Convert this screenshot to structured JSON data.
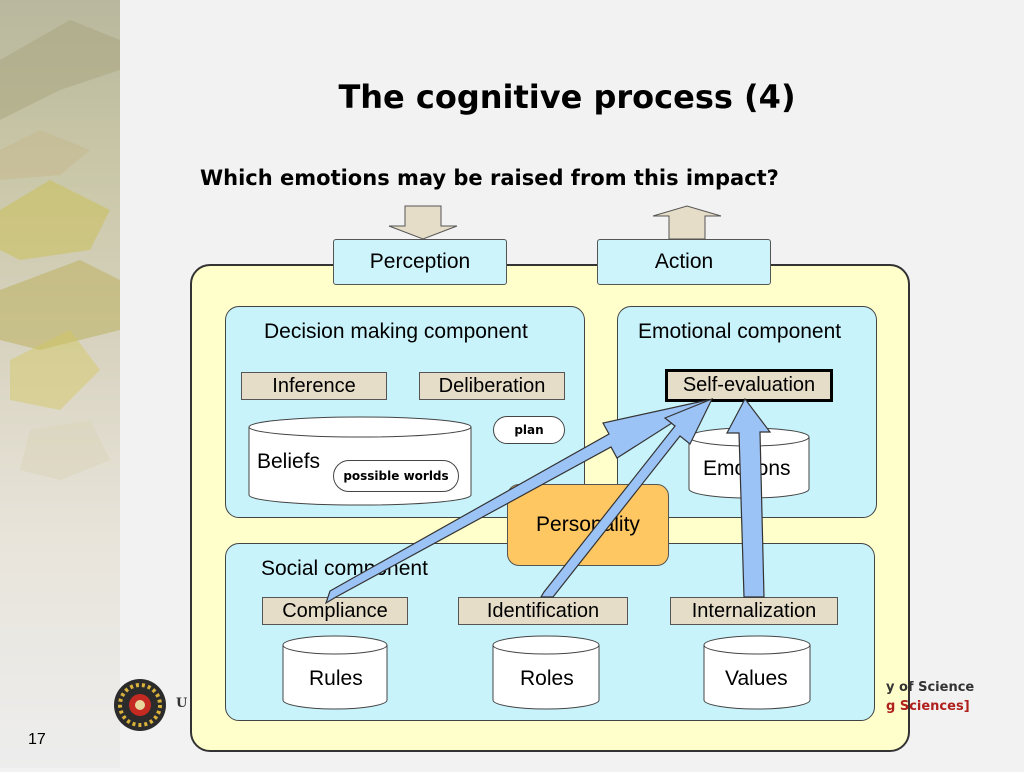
{
  "slide": {
    "title": "The cognitive process (4)",
    "subtitle": "Which emotions may be raised from this impact?",
    "page_number": "17"
  },
  "io": {
    "perception": "Perception",
    "action": "Action"
  },
  "decision": {
    "title": "Decision making component",
    "inference": "Inference",
    "deliberation": "Deliberation",
    "plan": "plan",
    "beliefs": "Beliefs",
    "possible_worlds": "possible worlds"
  },
  "emotional": {
    "title": "Emotional component",
    "self_evaluation": "Self-evaluation",
    "emotions": "Emotions"
  },
  "personality": "Personality",
  "social": {
    "title": "Social component",
    "compliance": "Compliance",
    "identification": "Identification",
    "internalization": "Internalization",
    "rules": "Rules",
    "roles": "Roles",
    "values": "Values"
  },
  "branding": {
    "faculty_line1": "y of Science",
    "faculty_line2": "g Sciences]",
    "univ_fragment": "U"
  },
  "colors": {
    "outer_fill": "#ffffcc",
    "panel_fill": "#c9f3fb",
    "personality_fill": "#fec761",
    "arrow_fill": "#9cc3f5",
    "tag_fill": "#e6ddc8"
  }
}
